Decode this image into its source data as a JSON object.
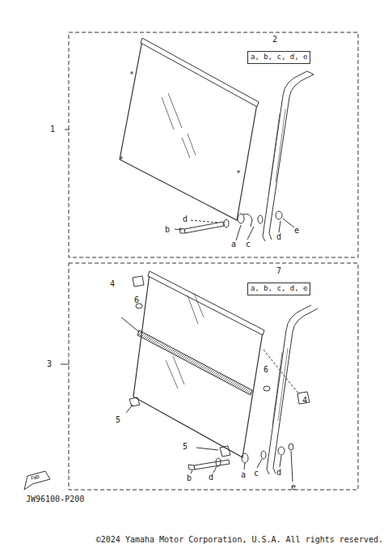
{
  "diagram": {
    "nodes": [
      {
        "text": [
          "a, b, c, d, e"
        ]
      },
      {
        "text": [
          "a, b, c, d, e"
        ]
      }
    ],
    "labels": [
      "2",
      "1",
      "d",
      "b",
      "a",
      "c",
      "d",
      "e",
      "7",
      "4",
      "6",
      "3",
      "6",
      "4",
      "5",
      "5",
      "b",
      "d",
      "a",
      "c",
      "d",
      "e",
      "FWD",
      "JW96100-P200",
      "©2024 Yamaha Motor Corporation, U.S.A. All rights reserved."
    ]
  }
}
